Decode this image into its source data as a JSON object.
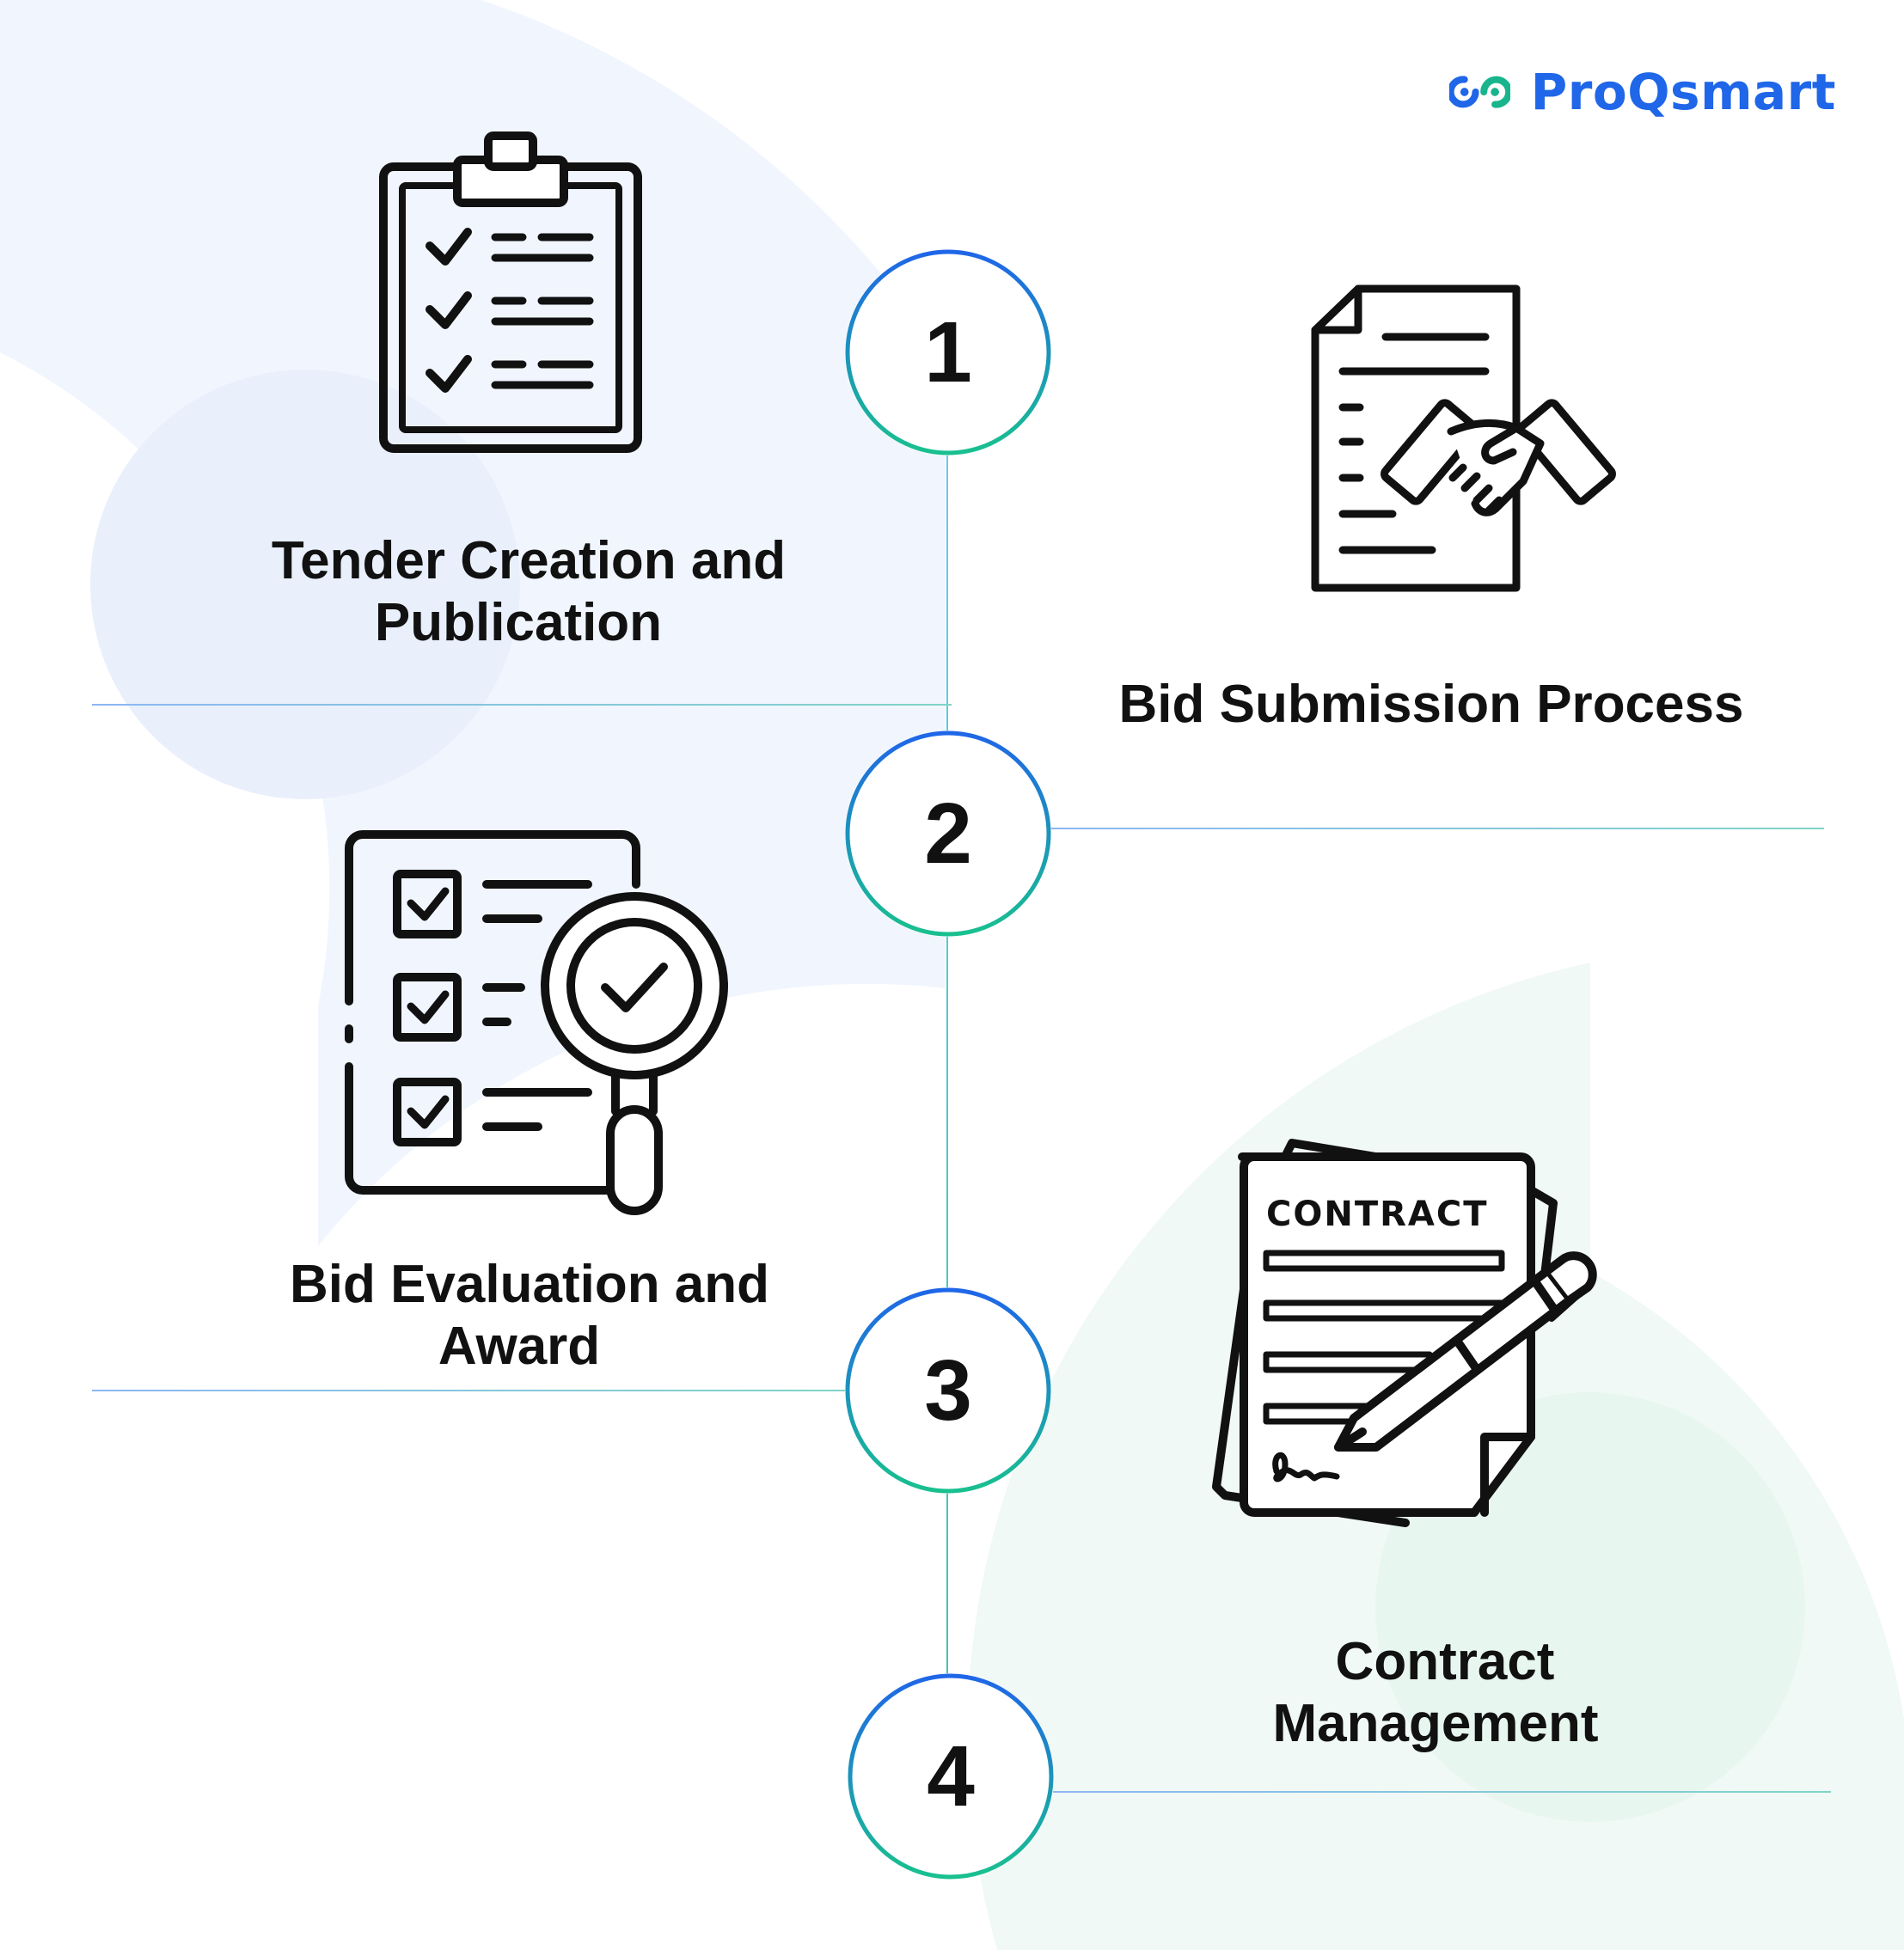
{
  "brand": {
    "name": "ProQsmart",
    "color": "#1f66e8",
    "accent": "#18b58d"
  },
  "colors": {
    "ring_start": "#1f66e8",
    "ring_end": "#19c08f",
    "text": "#111111",
    "bg_blue": "#eef4fe",
    "bg_green": "#eef9f5"
  },
  "steps": [
    {
      "number": "1",
      "label_lines": [
        "Tender Creation and",
        "Publication"
      ],
      "icon": "clipboard-checklist-icon"
    },
    {
      "number": "2",
      "label_lines": [
        "Bid Submission Process"
      ],
      "icon": "document-handshake-icon"
    },
    {
      "number": "3",
      "label_lines": [
        "Bid Evaluation and",
        "Award"
      ],
      "icon": "checklist-magnifier-icon"
    },
    {
      "number": "4",
      "label_lines": [
        "Contract",
        "Management"
      ],
      "icon": "contract-pen-icon"
    }
  ],
  "contract_icon_text": "CONTRACT"
}
